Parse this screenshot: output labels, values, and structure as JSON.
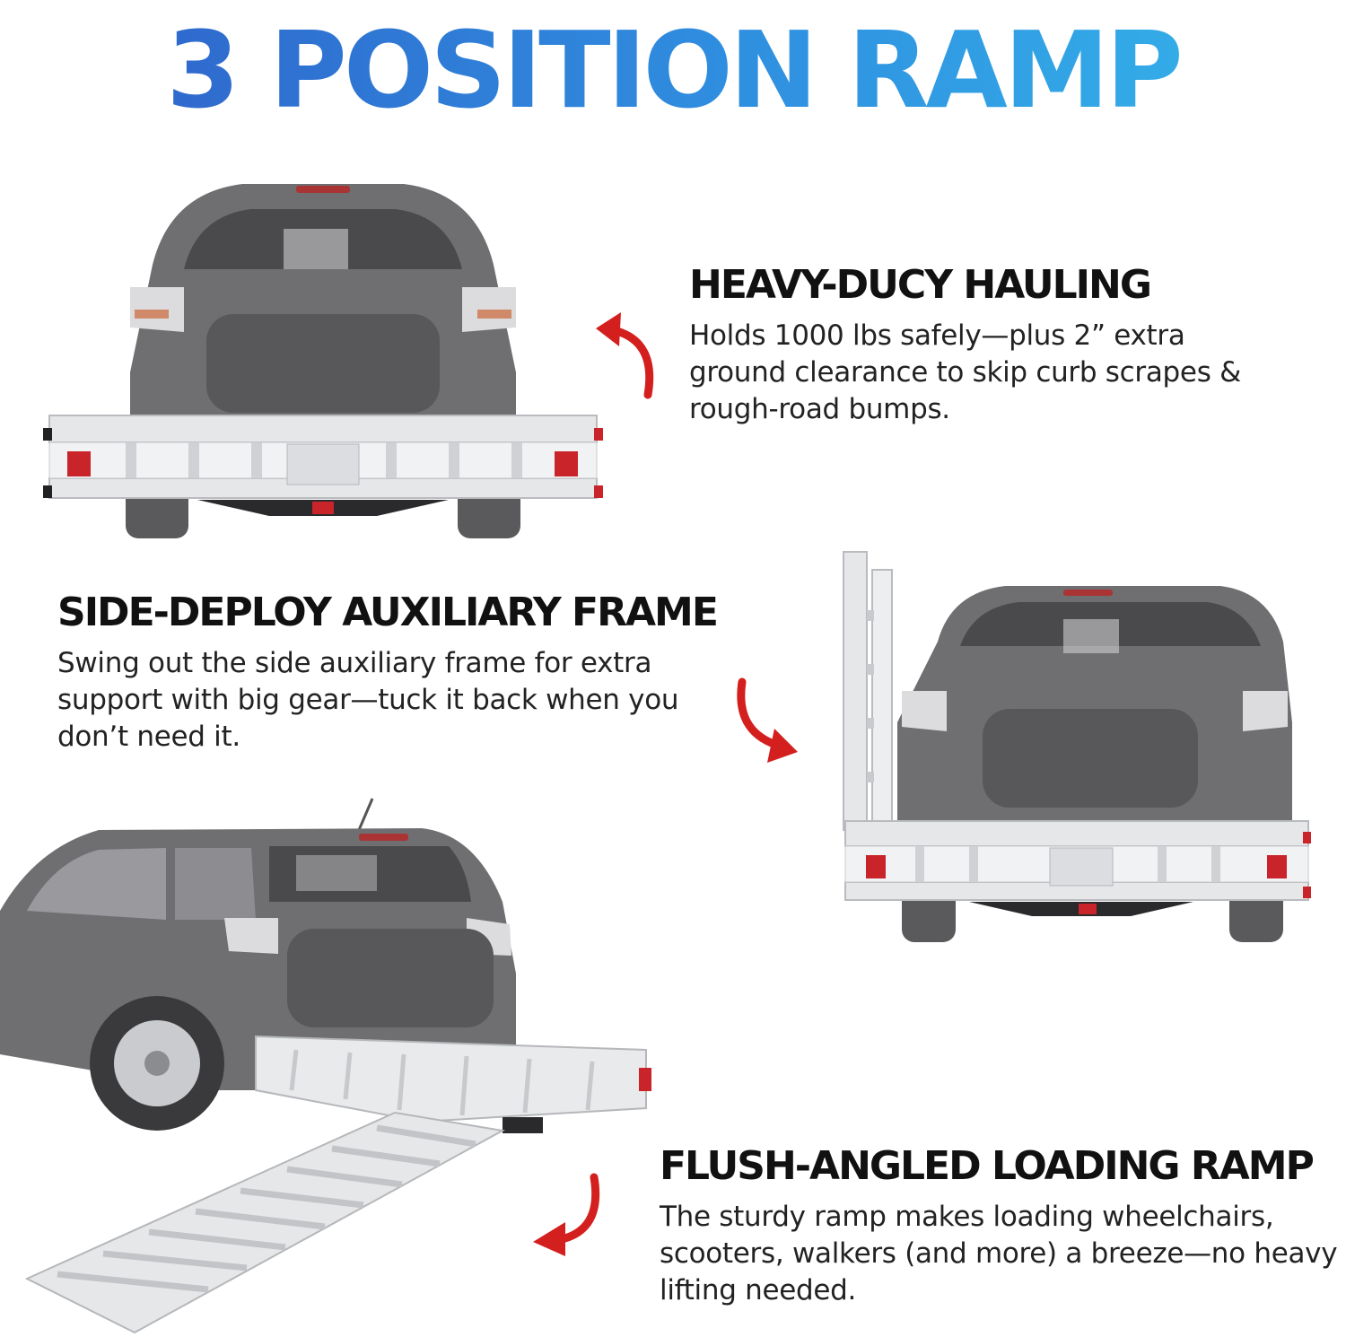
{
  "title": "3 POSITION RAMP",
  "features": [
    {
      "heading": "HEAVY-DUCY HAULING",
      "body": "Holds 1000 lbs safely—plus 2” extra ground clearance to skip curb scrapes & rough-road bumps."
    },
    {
      "heading": "SIDE-DEPLOY AUXILIARY FRAME",
      "body": "Swing out the side auxiliary frame for extra support with big gear—tuck it back when you don’t need it."
    },
    {
      "heading": "FLUSH-ANGLED LOADING RAMP",
      "body": "The sturdy ramp makes loading wheelchairs, scooters, walkers (and more) a breeze—no heavy lifting needed."
    }
  ],
  "colors": {
    "title_gradient_start": "#2f5fc8",
    "title_gradient_end": "#35b6ea",
    "arrow": "#d41f1f",
    "car_body": "#6f6f72",
    "carrier": "#e4e6e8",
    "tail_light": "#c8242a"
  },
  "icons": [
    "curved-arrow-icon",
    "suv-rear-illustration",
    "suv-side-illustration",
    "cargo-carrier-illustration",
    "loading-ramp-illustration"
  ]
}
